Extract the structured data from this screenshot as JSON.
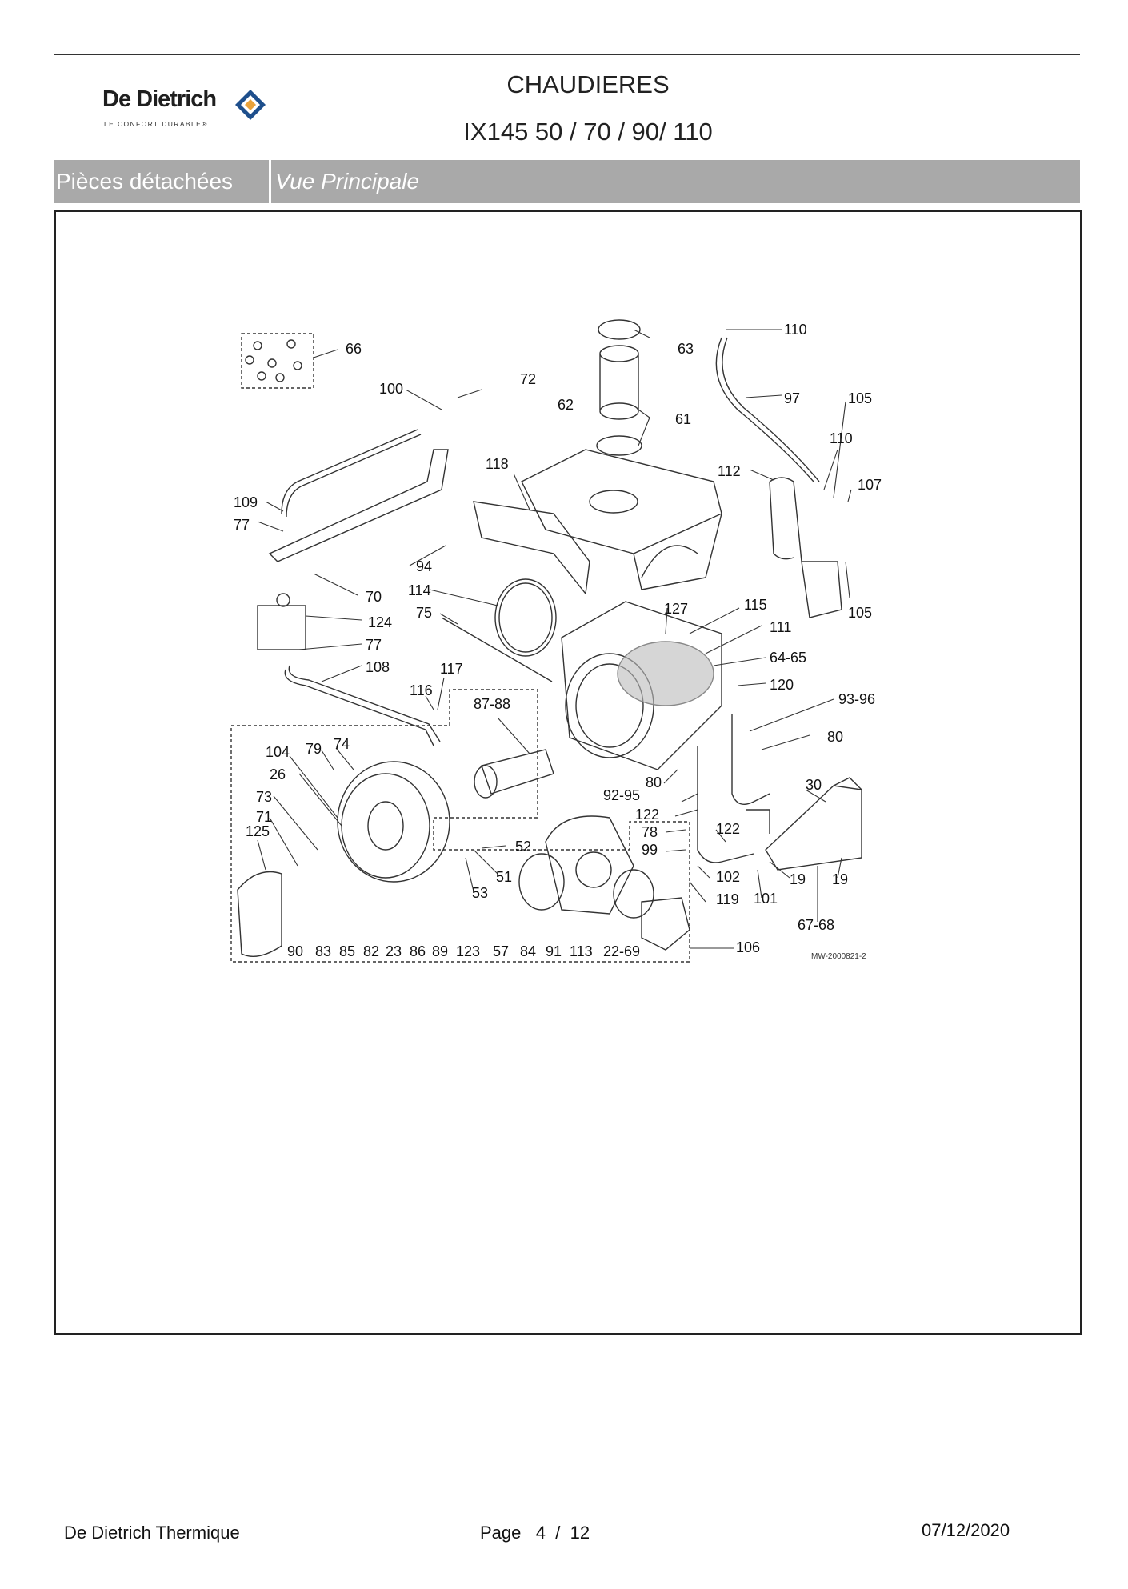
{
  "header": {
    "logo": {
      "name": "De Dietrich",
      "tagline": "LE CONFORT DURABLE®",
      "mark_color": "#1e4f8c"
    },
    "title": "CHAUDIERES",
    "subtitle": "IX145 50 / 70 / 90/ 110"
  },
  "section_bar": {
    "category": "Pièces détachées",
    "view": "Vue Principale",
    "background": "#a9a9a9"
  },
  "diagram": {
    "drawing_ref": "MW-2000821-2",
    "callouts": {
      "c66": "66",
      "c72": "72",
      "c100": "100",
      "c62": "62",
      "c63": "63",
      "c61": "61",
      "c110a": "110",
      "c97": "97",
      "c105a": "105",
      "c110b": "110",
      "c107": "107",
      "c112": "112",
      "c105b": "105",
      "c118": "118",
      "c109": "109",
      "c77a": "77",
      "c94": "94",
      "c70": "70",
      "c114": "114",
      "c75": "75",
      "c124": "124",
      "c77b": "77",
      "c108": "108",
      "c117": "117",
      "c116": "116",
      "c127": "127",
      "c115": "115",
      "c111": "111",
      "c6465": "64-65",
      "c120": "120",
      "c9396": "93-96",
      "c80a": "80",
      "c8788": "87-88",
      "c104": "104",
      "c79": "79",
      "c74": "74",
      "c26": "26",
      "c73": "73",
      "c71": "71",
      "c125": "125",
      "c80b": "80",
      "c9295": "92-95",
      "c30": "30",
      "c122a": "122",
      "c78": "78",
      "c122b": "122",
      "c99": "99",
      "c52": "52",
      "c51": "51",
      "c53": "53",
      "c102": "102",
      "c19a": "19",
      "c19b": "19",
      "c119": "119",
      "c101": "101",
      "c6768": "67-68",
      "c106": "106",
      "b90": "90",
      "b83": "83",
      "b85": "85",
      "b82": "82",
      "b23": "23",
      "b86": "86",
      "b89": "89",
      "b123": "123",
      "b57": "57",
      "b84": "84",
      "b91": "91",
      "b113": "113",
      "b2269": "22-69"
    }
  },
  "footer": {
    "company": "De Dietrich Thermique",
    "page_label": "Page",
    "page_current": "4",
    "page_sep": "/",
    "page_total": "12",
    "date": "07/12/2020"
  }
}
